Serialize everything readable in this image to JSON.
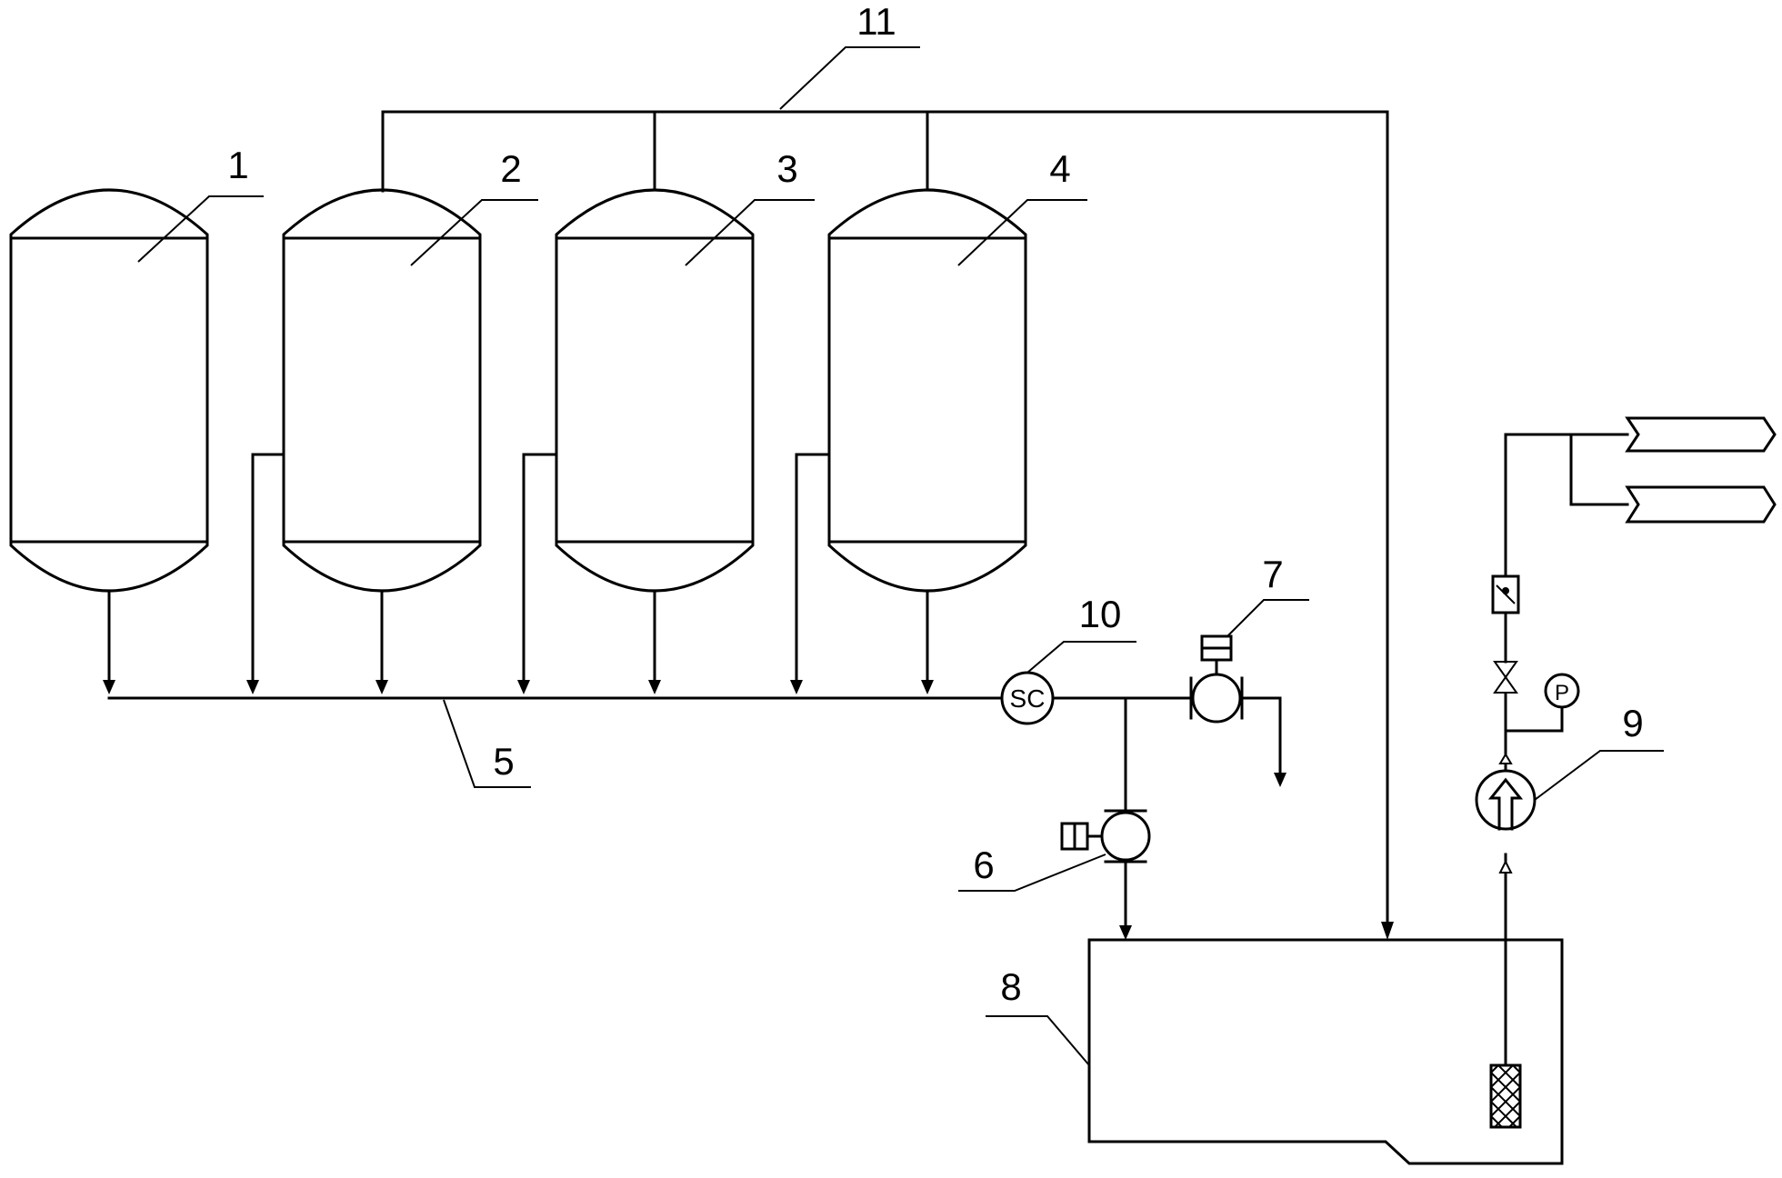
{
  "labels": {
    "tank1": "1",
    "tank2": "2",
    "tank3": "3",
    "tank4": "4",
    "header_pipe": "5",
    "valve6": "6",
    "valve7": "7",
    "reservoir": "8",
    "pump": "9",
    "sc_controller": "10",
    "top_line": "11"
  },
  "symbols": {
    "sc_text": "SC",
    "pressure_gauge_text": "P"
  },
  "colors": {
    "line": "#000000",
    "background": "#ffffff"
  }
}
